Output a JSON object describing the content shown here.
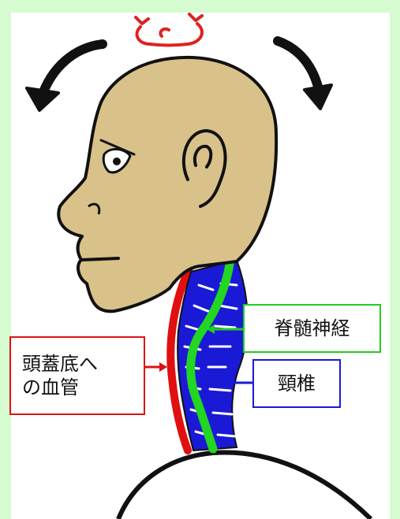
{
  "labels": {
    "spinal_nerve": "脊髄神経",
    "cervical_vertebrae": "頸椎",
    "vessel_line1": "頭蓋底へ",
    "vessel_line2": "の血管"
  },
  "colors": {
    "background": "#d6fbd0",
    "skin": "#d9c18a",
    "outline": "#111111",
    "spine": "#1a1ad6",
    "nerve": "#22d622",
    "vessel": "#e01010",
    "rotation_arrow": "#e02020"
  },
  "icons": [
    "rotation-arrow-icon",
    "tilt-left-arrow-icon",
    "tilt-right-arrow-icon"
  ]
}
